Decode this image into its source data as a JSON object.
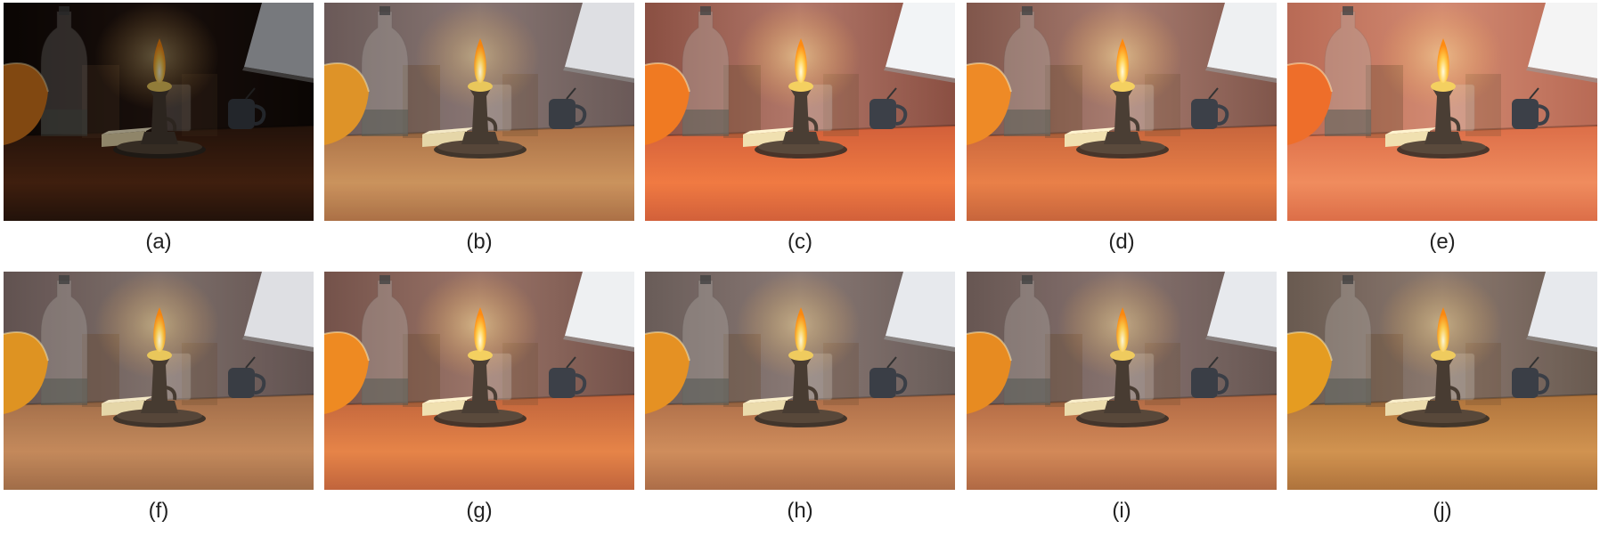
{
  "panels": [
    {
      "label": "(a)",
      "tone": {
        "wall": "#2a1a14",
        "wallDark": "#120a07",
        "table": "#3a1f12",
        "tableLight": "#6a3418",
        "window": "#c8ccd2",
        "bowl": "#d97a1e",
        "glow": 0.55,
        "sat": 0.9,
        "bright": 0.55
      }
    },
    {
      "label": "(b)",
      "tone": {
        "wall": "#8e7b78",
        "wallDark": "#6f5e5c",
        "table": "#b3764a",
        "tableLight": "#d49a62",
        "window": "#e8eaee",
        "bowl": "#e89a2a",
        "glow": 0.45,
        "sat": 0.8,
        "bright": 0.95
      }
    },
    {
      "label": "(c)",
      "tone": {
        "wall": "#b2786a",
        "wallDark": "#8a4f42",
        "table": "#d2603a",
        "tableLight": "#f07a42",
        "window": "#f2f4f6",
        "bowl": "#f07a22",
        "glow": 0.55,
        "sat": 1.2,
        "bright": 1.0
      }
    },
    {
      "label": "(d)",
      "tone": {
        "wall": "#a87c70",
        "wallDark": "#80564b",
        "table": "#c7653c",
        "tableLight": "#e98048",
        "window": "#eef0f2",
        "bowl": "#ee8a26",
        "glow": 0.55,
        "sat": 1.1,
        "bright": 1.0
      }
    },
    {
      "label": "(e)",
      "tone": {
        "wall": "#d28a72",
        "wallDark": "#b86a55",
        "table": "#dc6e48",
        "tableLight": "#f08c5e",
        "window": "#f4f4f4",
        "bowl": "#ee6e2a",
        "glow": 0.5,
        "sat": 1.1,
        "bright": 1.1
      }
    },
    {
      "label": "(f)",
      "tone": {
        "wall": "#857570",
        "wallDark": "#665654",
        "table": "#a8724c",
        "tableLight": "#cd9060",
        "window": "#e8eaee",
        "bowl": "#e89a24",
        "glow": 0.5,
        "sat": 0.85,
        "bright": 0.95
      }
    },
    {
      "label": "(g)",
      "tone": {
        "wall": "#9a7468",
        "wallDark": "#74524a",
        "table": "#c0643c",
        "tableLight": "#e68448",
        "window": "#eef0f2",
        "bowl": "#ee8a22",
        "glow": 0.55,
        "sat": 1.1,
        "bright": 1.0
      }
    },
    {
      "label": "(h)",
      "tone": {
        "wall": "#8c7c78",
        "wallDark": "#6c5e5a",
        "table": "#b0704a",
        "tableLight": "#d4905e",
        "window": "#eceef2",
        "bowl": "#ea9424",
        "glow": 0.5,
        "sat": 0.9,
        "bright": 0.98
      }
    },
    {
      "label": "(i)",
      "tone": {
        "wall": "#8a7672",
        "wallDark": "#6a5854",
        "table": "#b46c46",
        "tableLight": "#d88c5a",
        "window": "#eceef2",
        "bowl": "#ec8e22",
        "glow": 0.5,
        "sat": 0.95,
        "bright": 0.98
      }
    },
    {
      "label": "(j)",
      "tone": {
        "wall": "#8e7c72",
        "wallDark": "#6c5c52",
        "table": "#b2763e",
        "tableLight": "#d69652",
        "window": "#eceef2",
        "bowl": "#eaa022",
        "glow": 0.5,
        "sat": 0.9,
        "bright": 0.98
      }
    }
  ]
}
